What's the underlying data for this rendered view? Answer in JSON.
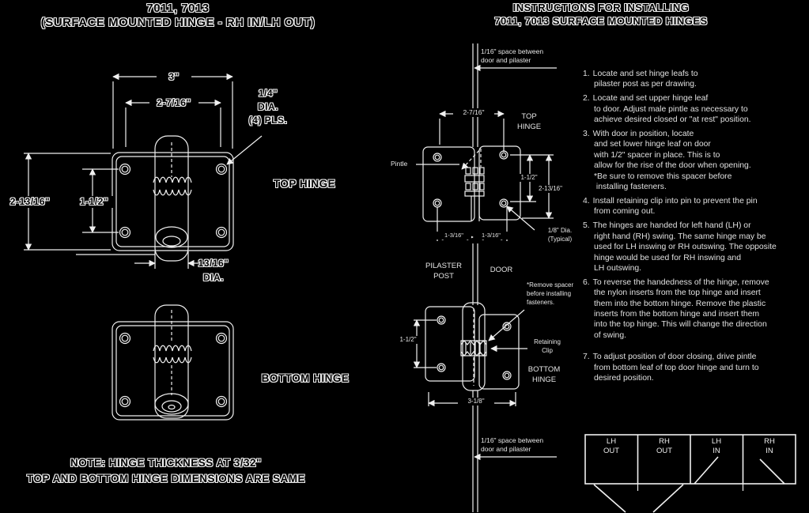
{
  "left_panel": {
    "title_line1": "7011, 7013",
    "title_line2": "(SURFACE MOUNTED HINGE - RH IN/LH OUT)",
    "dim_width_overall": "3\"",
    "dim_hole_span": "2-7/16\"",
    "hole_callout": "1/4\"\nDIA.\n(4) PLS.",
    "dim_height_overall": "2-13/16\"",
    "dim_hole_height": "1-1/2\"",
    "top_hinge_label": "TOP HINGE",
    "barrel_callout": "13/16\"\nDIA.",
    "bottom_hinge_label": "BOTTOM HINGE",
    "note_line1": "NOTE: HINGE THICKNESS AT 3/32\"",
    "note_line2": "TOP AND BOTTOM HINGE DIMENSIONS ARE SAME"
  },
  "middle_panel": {
    "gap_note_top": "1/16\" space between\ndoor and pilaster",
    "dim_hole_span": "2-7/16\"",
    "top_hinge_label": "TOP\nHINGE",
    "pintle_label": "Pintle",
    "dim_hole_height": "1-1/2\"",
    "dim_leaf_height": "2-13/16\"",
    "hole_callout": "1/8\" Dia.\n(Typical)",
    "dim_left_offset": "1-3/16\"",
    "dim_right_offset": "1-3/16\"",
    "pilaster_post_label": "PILASTER\nPOST",
    "door_label": "DOOR",
    "spacer_note": "*Remove spacer\nbefore installing\nfasteners.",
    "dim_bottom_hole_height": "1-1/2\"",
    "retaining_clip_label": "Retaining\nClip",
    "bottom_hinge_label": "BOTTOM\nHINGE",
    "dim_bottom_width": "3-1/8\"",
    "gap_note_bottom": "1/16\" space between\ndoor and pilaster"
  },
  "right_panel": {
    "title_line1": "INSTRUCTIONS FOR INSTALLING",
    "title_line2": "7011, 7013 SURFACE MOUNTED HINGES",
    "instructions": [
      {
        "num": "1.",
        "text": "Locate and set hinge leafs to\npilaster post as per drawing."
      },
      {
        "num": "2.",
        "text": "Locate and set upper hinge leaf\nto door.  Adjust male pintle as necessary to\nachieve desired closed or \"at rest\" position."
      },
      {
        "num": "3.",
        "text": "With door in position, locate\nand set lower hinge leaf on door\nwith 1/2\" spacer in place.  This is to\nallow for the rise of the door when opening.\n*Be sure to remove this spacer before\n installing fasteners."
      },
      {
        "num": "4.",
        "text": "Install retaining clip into pin to prevent the pin\nfrom coming out."
      },
      {
        "num": "5.",
        "text": "The hinges are handed for left hand (LH) or\nright hand (RH) swing. The same hinge may be\nused for LH inswing or RH outswing. The opposite\nhinge would be used for RH inswing and\nLH outswing."
      },
      {
        "num": "6.",
        "text": "To reverse the handedness of the hinge, remove\nthe nylon inserts from the top hinge and insert\nthem into the bottom hinge. Remove the plastic\ninserts from the bottom hinge and insert them\ninto the top hinge. This will change the direction\nof swing."
      },
      {
        "num": "7.",
        "text": "To adjust position of door closing, drive pintle\nfrom bottom leaf of top door hinge and turn to\ndesired position."
      }
    ],
    "swing_cells": [
      {
        "label": "LH\nOUT"
      },
      {
        "label": "RH\nOUT"
      },
      {
        "label": "LH\nIN"
      },
      {
        "label": "RH\nIN"
      }
    ]
  }
}
